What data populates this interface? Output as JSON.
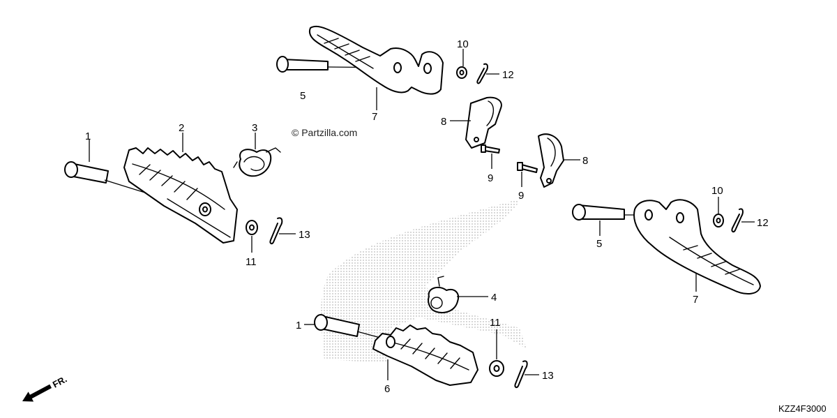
{
  "watermark": "© Partzilla.com",
  "diagram_code": "KZZ4F3000",
  "direction_label": "FR.",
  "callouts": [
    {
      "id": "c1-left",
      "label": "1"
    },
    {
      "id": "c2",
      "label": "2"
    },
    {
      "id": "c3",
      "label": "3"
    },
    {
      "id": "c5-top",
      "label": "5"
    },
    {
      "id": "c7-top",
      "label": "7"
    },
    {
      "id": "c10-top",
      "label": "10"
    },
    {
      "id": "c12-top",
      "label": "12"
    },
    {
      "id": "c8-left",
      "label": "8"
    },
    {
      "id": "c9-left",
      "label": "9"
    },
    {
      "id": "c9-right",
      "label": "9"
    },
    {
      "id": "c8-right",
      "label": "8"
    },
    {
      "id": "c11-left",
      "label": "11"
    },
    {
      "id": "c13-left",
      "label": "13"
    },
    {
      "id": "c10-right",
      "label": "10"
    },
    {
      "id": "c12-right",
      "label": "12"
    },
    {
      "id": "c5-right",
      "label": "5"
    },
    {
      "id": "c7-right",
      "label": "7"
    },
    {
      "id": "c4",
      "label": "4"
    },
    {
      "id": "c1-bottom",
      "label": "1"
    },
    {
      "id": "c11-bottom",
      "label": "11"
    },
    {
      "id": "c13-bottom",
      "label": "13"
    },
    {
      "id": "c6",
      "label": "6"
    }
  ]
}
